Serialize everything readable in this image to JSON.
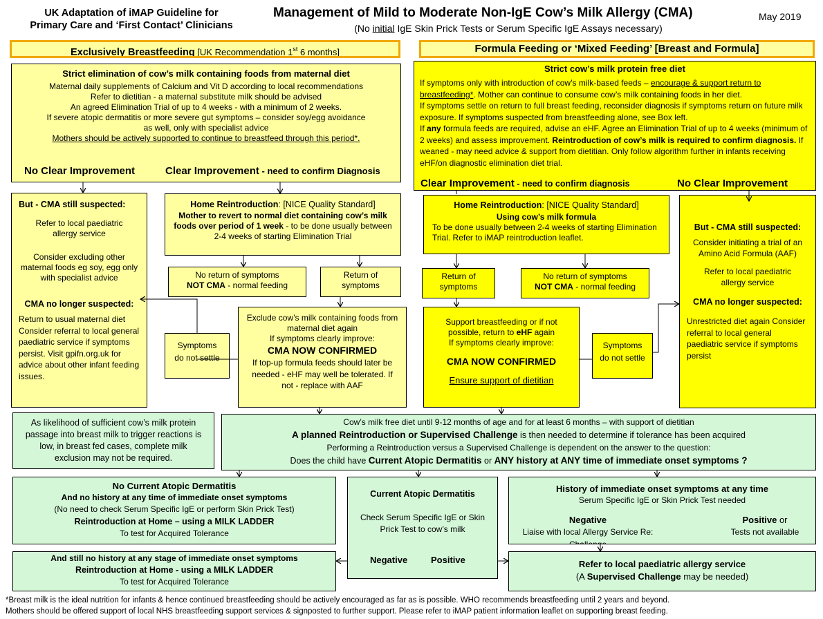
{
  "header": {
    "left_title_1": "UK Adaptation of iMAP Guideline for",
    "left_title_2": "Primary Care and ‘First Contact’ Clinicians",
    "main_title": "Management of Mild to Moderate Non-IgE Cow’s Milk Allergy (CMA)",
    "subtitle_pre": "(No ",
    "subtitle_em": "initial",
    "subtitle_post": " IgE Skin Prick Tests or Serum Specific IgE Assays  necessary)",
    "date": "May 2019"
  },
  "left_branch": {
    "header_bold": "Exclusively Breastfeeding",
    "header_normal": " [UK Recommendation 1",
    "header_sup": "st",
    "header_end": " 6 months]",
    "strict_title": "Strict elimination  of cow’s milk containing  foods from maternal diet",
    "strict_lines": [
      "Maternal daily supplements of Calcium and Vit D according to local recommendations",
      "Refer to dietitian - a maternal substitute milk should be advised",
      "An agreed  Elimination Trial of up to 4 weeks  - with a minimum of 2 weeks.",
      "If severe atopic dermatitis  or more severe gut symptoms – consider soy/egg avoidance",
      "as well, only with specialist advice"
    ],
    "strict_underline": "Mothers should be actively supported to continue to breastfeed through this period*.",
    "no_clear": "No Clear Improvement",
    "clear_bold": "Clear Improvement",
    "clear_rest": " - need to confirm Diagnosis",
    "but_title": "But - CMA still suspected:",
    "but_lines_1": "Refer to local paediatric allergy  service",
    "but_lines_2": "Consider excluding other maternal foods eg soy, egg only with specialist advice",
    "nolonger_title": "CMA no longer suspected:",
    "nolonger_lines": "Return to usual maternal diet Consider referral to local general  paediatric service if symptoms  persist. Visit gpifn.org.uk for advice about other infant feeding issues.",
    "home_title": "Home Reintroduction",
    "home_ref": ":   [NICE Quality Standard]",
    "home_bold": "Mother to revert to normal diet containing cow’s milk foods over period of 1 week",
    "home_rest": " - to be done usually between  2-4 weeks of starting Elimination Trial",
    "noreturn_1": "No return of symptoms",
    "noreturn_bold": "NOT CMA",
    "noreturn_rest": " - normal feeding",
    "return_symptoms": "Return of symptoms",
    "symptoms_not_settle": "Symptoms do not settle",
    "exclude_lines": "Exclude cow’s milk containing foods from maternal diet again",
    "exclude_if": "If symptoms clearly improve:",
    "confirmed": "CMA  NOW  CONFIRMED",
    "topup": "If top-up formula feeds  should  later be needed - eHF may well be tolerated.  If not - replace with AAF"
  },
  "right_branch": {
    "header": "Formula Feeding or ‘Mixed Feeding’ [Breast and Formula]",
    "strict_title": "Strict cow’s milk protein  free diet",
    "p1_pre": "If symptoms only with introduction of cow’s milk-based feeds – ",
    "p1_ul": "encourage & support return to breastfeeding*",
    "p1_post": ". Mother can continue to consume cow’s milk containing foods in her diet.",
    "p2": "If symptoms settle on return to full breast feeding, reconsider diagnosis if symptoms return on future milk exposure.  If symptoms suspected from breastfeeding alone, see Box left.",
    "p3_a": "If ",
    "p3_any": "any",
    "p3_b": " formula feeds are required, advise an eHF. Agree  an Elimination Trial of up to 4 weeks (minimum of 2 weeks) and assess improvement. ",
    "p3_bold": "Reintroduction of cow’s milk is required to confirm diagnosis.",
    "p3_c": " If weaned  - may need advice & support from dietitian. Only follow algorithm further in infants receiving eHF/on diagnostic elimination diet trial.",
    "clear_bold": "Clear Improvement",
    "clear_rest": " - need to confirm diagnosis",
    "no_clear": "No Clear Improvement",
    "home_title": "Home Reintroduction",
    "home_ref": ":    [NICE Quality Standard]",
    "home_bold": "Using cow’s milk formula",
    "home_rest": "To be done usually between  2-4 weeks of starting Elimination Trial.  Refer to iMAP reintroduction leaflet.",
    "return_symptoms": "Return of symptoms",
    "noreturn_1": "No return of symptoms",
    "noreturn_bold": "NOT CMA",
    "noreturn_rest": " - normal feeding",
    "support_1": "Support breastfeeding or if not possible, return to ",
    "support_ehf": "eHF",
    "support_2": " again",
    "support_if": "If symptoms clearly improve:",
    "confirmed": "CMA  NOW  CONFIRMED",
    "ensure": "Ensure support of  dietitian",
    "symptoms_not_settle": "Symptoms do not settle",
    "but_title": "But -  CMA still suspected:",
    "but_lines_1": "Consider initiating a trial of an  Amino Acid Formula (AAF)",
    "but_lines_2": "Refer to local paediatric allergy  service",
    "nolonger_title": "CMA no longer suspected:",
    "nolonger_lines": "Unrestricted diet again Consider referral to local general  paediatric service  if symptoms persist"
  },
  "bottom": {
    "likelihood": "As likelihood of sufficient cow’s milk protein passage into breast milk to trigger  reactions is low, in breast fed cases, complete milk exclusion may not be required.",
    "cmfree_1": "Cow’s milk free diet until 9-12 months of age and for at least 6 months – with support of dietitian",
    "cmfree_2_bold": "A planned  Reintroduction  or Supervised Challenge",
    "cmfree_2_rest": " is then needed to determine if tolerance has been acquired",
    "cmfree_3": "Performing a Reintroduction versus a Supervised Challenge is dependent on the answer to the question:",
    "cmfree_4_a": "Does the child have ",
    "cmfree_4_b": "Current Atopic Dermatitis",
    "cmfree_4_c": "  or  ",
    "cmfree_4_d": "ANY history at ANY time of immediate onset symptoms ?",
    "nocurrent_title": "No Current Atopic Dermatitis",
    "nocurrent_2": "And no history at any time of immediate onset symptoms",
    "nocurrent_3": "(No need to check Serum Specific IgE or perform Skin Prick Test)",
    "nocurrent_4": "Reintroduction  at Home – using a MILK LADDER",
    "nocurrent_5": "To test for Acquired Tolerance",
    "current_title": "Current Atopic  Dermatitis",
    "current_body": "Check Serum Specific IgE or Skin Prick Test to cow’s milk",
    "negative": "Negative",
    "positive": "Positive",
    "history_title": "History of immediate  onset  symptoms at any time",
    "history_sub": "Serum Specific IgE or Skin Prick Test needed",
    "history_neg": "Negative",
    "history_neg_body": "Liaise with local Allergy Service Re: Challenge",
    "history_pos": "Positive",
    "history_pos_or": " or",
    "history_pos_body": "Tests not available",
    "still_title": "And still no history at any stage of immediate onset symptoms",
    "still_2": "Reintroduction  at Home - using a MILK LADDER",
    "still_3": "To test for Acquired Tolerance",
    "refer_title": "Refer to local paediatric allergy service",
    "refer_a": "(A ",
    "refer_b": "Supervised Challenge",
    "refer_c": " may be needed)"
  },
  "footnote": {
    "line1": "*Breast milk is the ideal nutrition for infants & hence continued breastfeeding should be actively encouraged as far as is possible. WHO recommends breastfeeding until 2 years and beyond.",
    "line2": "Mothers should be offered support of local NHS breastfeeding support services & signposted to further support. Please refer to iMAP patient information leaflet on supporting breast feeding."
  },
  "colors": {
    "light_yellow": "#ffffa0",
    "bright_yellow": "#ffff00",
    "light_green": "#d4f7d8",
    "header_border": "#f0a800"
  }
}
